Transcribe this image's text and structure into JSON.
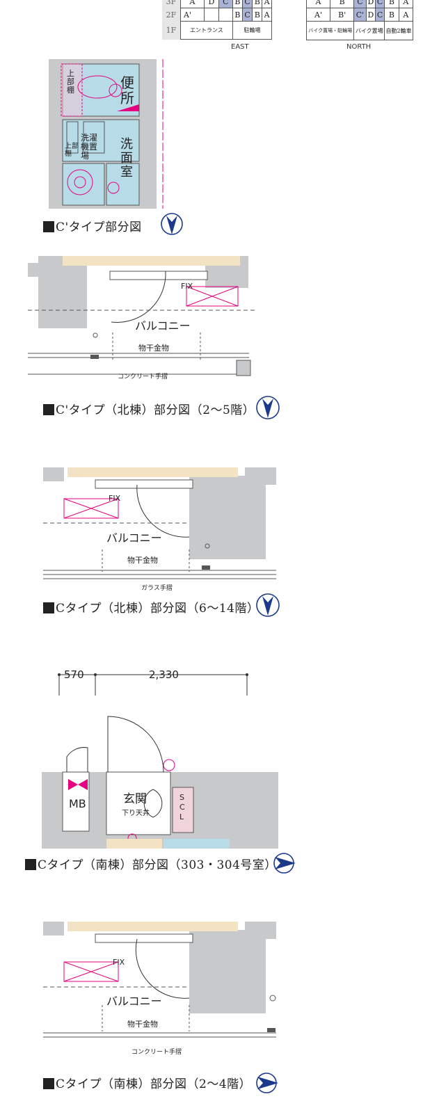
{
  "key_plan": {
    "east": {
      "label": "EAST",
      "floors": [
        {
          "floor": "3F",
          "cells": [
            "A",
            "D",
            "C",
            "B",
            "C",
            "B",
            "A"
          ]
        },
        {
          "floor": "2F",
          "cells": [
            "A'",
            "",
            "",
            "B",
            "C",
            "B",
            "A"
          ]
        },
        {
          "floor": "1F",
          "cells": [
            "エントランス",
            "駐輪場"
          ]
        }
      ]
    },
    "north": {
      "label": "NORTH",
      "floors": [
        {
          "floor": "3F",
          "cells": [
            "A",
            "B",
            "C",
            "D",
            "C",
            "B",
            "A"
          ]
        },
        {
          "floor": "2F",
          "cells": [
            "A'",
            "B'",
            "C'",
            "D",
            "C",
            "B",
            "A"
          ]
        },
        {
          "floor": "1F",
          "cells": [
            "バイク置場・駐輪場",
            "バイク置場",
            "自動2輪車"
          ]
        }
      ]
    },
    "blue": "#aab2d6"
  },
  "plan1": {
    "rooms": {
      "toilet": "便所",
      "washroom": "洗面室",
      "laundry": "洗濯機置場",
      "shelf1": "上部棚",
      "shelf2": "上部棚"
    },
    "caption": "C'タイプ部分図"
  },
  "plan2": {
    "fix": "FIX",
    "balcony": "バルコニー",
    "hanger": "物干金物",
    "rail": "コンクリート手摺",
    "caption": "C'タイプ（北棟）部分図（2〜5階）"
  },
  "plan3": {
    "fix": "FIX",
    "balcony": "バルコニー",
    "hanger": "物干金物",
    "rail": "ガラス手摺",
    "caption": "Cタイプ（北棟）部分図（6〜14階）"
  },
  "plan4": {
    "dim1": "570",
    "dim2": "2,330",
    "mb": "MB",
    "entrance": "玄関",
    "ceiling": "下り天井",
    "scl": "SCL",
    "caption": "Cタイプ（南棟）部分図（303・304号室）"
  },
  "plan5": {
    "fix": "FIX",
    "balcony": "バルコニー",
    "hanger": "物干金物",
    "rail": "コンクリート手摺",
    "caption": "Cタイプ（南棟）部分図（2〜4階）"
  },
  "compass_letter": "N",
  "colors": {
    "pink": "#e5007f",
    "wall": "#c8c9ca",
    "room": "#b8dbe8",
    "floor": "#f3e2c3",
    "compass": "#1b3a8c"
  }
}
